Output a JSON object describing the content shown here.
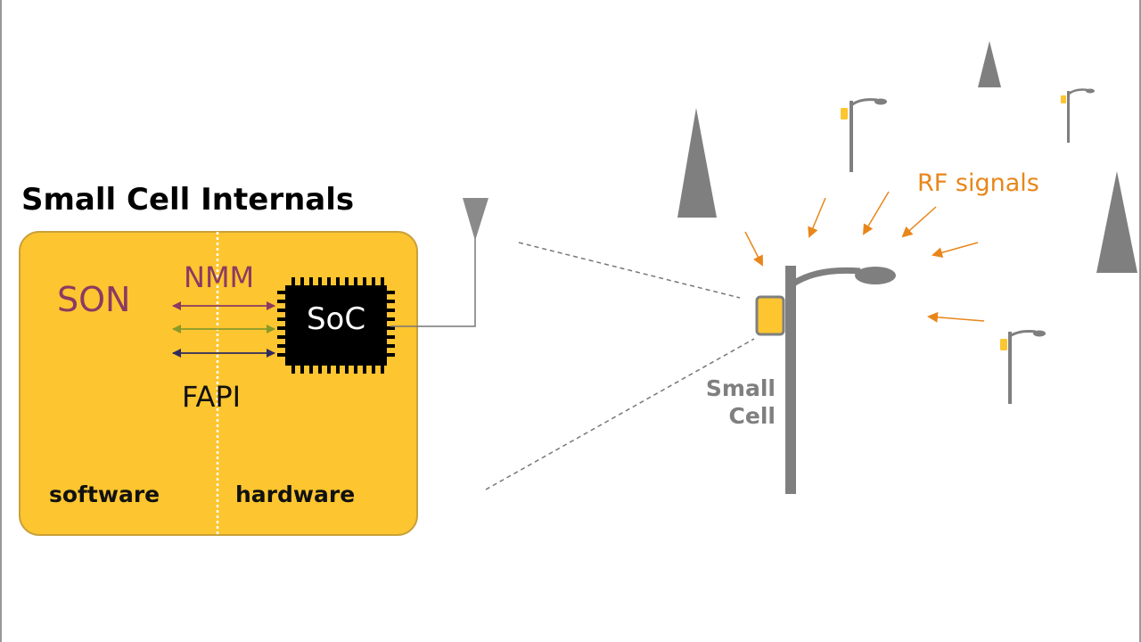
{
  "title": "Small Cell Internals",
  "box": {
    "son_label": "SON",
    "nmm_label": "NMM",
    "fapi_label": "FAPI",
    "soc_label": "SoC",
    "software_label": "software",
    "hardware_label": "hardware"
  },
  "scene": {
    "rf_label": "RF signals",
    "small_cell_line1": "Small",
    "small_cell_line2": "Cell"
  },
  "colors": {
    "box_fill": "#fdc52f",
    "box_border": "#c9a13a",
    "son_nmm": "#8b3a62",
    "arrow_green": "#8a9a2a",
    "arrow_navy": "#2e2b5f",
    "rf_orange": "#e8861a",
    "pole_gray": "#7f7f7f",
    "light_yellow": "#fdc52f"
  }
}
